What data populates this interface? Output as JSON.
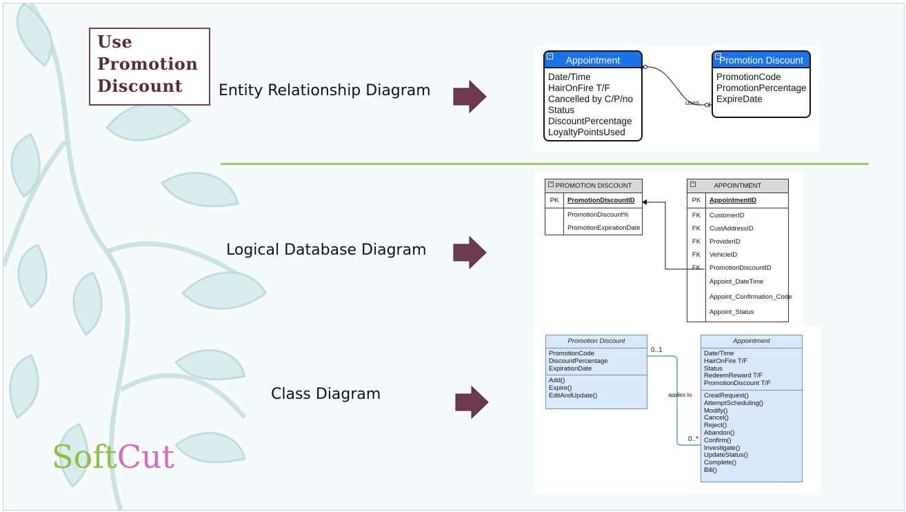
{
  "slide": {
    "title_lines": [
      "Use",
      "Promotion",
      "Discount"
    ],
    "headings": {
      "erd": "Entity Relationship Diagram",
      "logical": "Logical Database Diagram",
      "class": "Class Diagram"
    },
    "logo": {
      "part1": "Soft",
      "part2": "Cut"
    }
  },
  "erd": {
    "appointment": {
      "name": "Appointment",
      "attributes": [
        "Date/Time",
        "HairOnFire T/F",
        "Cancelled by C/P/no",
        "Status",
        "DiscountPercentage",
        "LoyaltyPointsUsed"
      ]
    },
    "promotion": {
      "name": "Promotion Discount",
      "attributes": [
        "PromotionCode",
        "PromotionPercentage",
        "ExpireDate"
      ]
    },
    "relationship_label": "uses"
  },
  "logical": {
    "promotion": {
      "name": "PROMOTION DISCOUNT",
      "pk_key": "PK",
      "pk": "PromotionDiscountID",
      "columns": [
        "PromotionDiscount%",
        "PromotionExpirationDate"
      ]
    },
    "appointment": {
      "name": "APPOINTMENT",
      "pk_key": "PK",
      "pk": "AppointmentID",
      "rows": [
        {
          "key": "FK",
          "name": "CustomerID"
        },
        {
          "key": "FK",
          "name": "CustAddressID"
        },
        {
          "key": "FK",
          "name": "ProviderID"
        },
        {
          "key": "FK",
          "name": "VehicleID"
        },
        {
          "key": "FK",
          "name": "PromotionDiscountID"
        },
        {
          "key": "",
          "name": "Appoint_DateTime"
        },
        {
          "key": "",
          "name": "Appoint_Confirmation_Code"
        },
        {
          "key": "",
          "name": "Appoint_Status"
        }
      ]
    }
  },
  "class_diagram": {
    "promotion": {
      "name": "Promotion Discount",
      "attributes": [
        "PromotionCode",
        "DiscountPercentage",
        "ExpirationDate"
      ],
      "methods": [
        "Add()",
        "Expire()",
        "EditAndUpdate()"
      ]
    },
    "appointment": {
      "name": "Appointment",
      "attributes": [
        "Date/Time",
        "HairOnFire T/F",
        "Status",
        "RedeemReward T/F",
        "PromotionDiscount T/F"
      ],
      "methods": [
        "CreatRequest()",
        "AttemptScheduling()",
        "Modify()",
        "Cancel()",
        "Reject()",
        "Abandon()",
        "Confirm()",
        "Investigate()",
        "UpdateStatus()",
        "Complete()",
        "Bill()"
      ]
    },
    "association": {
      "label": "applies to",
      "mult_a": "0..1",
      "mult_b": "0..*"
    }
  },
  "colors": {
    "accent_bar": "#a8c66c",
    "title_border": "#7a3d4e",
    "arrow": "#6e3a4e",
    "erd_header": "#1a73e8",
    "class_fill": "#dae8fc"
  }
}
